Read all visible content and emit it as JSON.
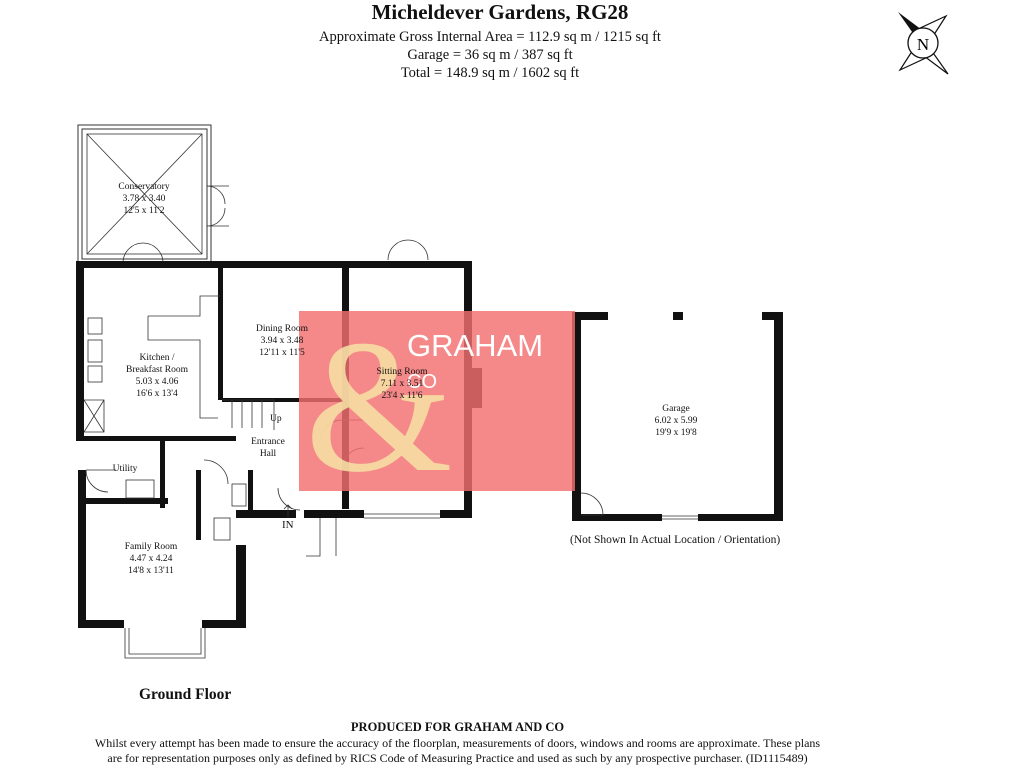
{
  "header": {
    "title": "Micheldever Gardens, RG28",
    "lines": [
      "Approximate Gross Internal Area = 112.9 sq m / 1215 sq ft",
      "Garage = 36 sq m / 387 sq ft",
      "Total = 148.9 sq m / 1602 sq ft"
    ]
  },
  "compass": {
    "label": "N"
  },
  "watermark": {
    "brand_top": "GRAHAM",
    "brand_bottom": "CO",
    "color": "#f36f6f",
    "ampersand_color": "#f6e3a6"
  },
  "rooms": [
    {
      "id": "conservatory",
      "name": [
        "Conservatory"
      ],
      "metric": "3.78 x 3.40",
      "imperial": "12'5 x 11'2"
    },
    {
      "id": "kitchen",
      "name": [
        "Kitchen /",
        "Breakfast Room"
      ],
      "metric": "5.03 x 4.06",
      "imperial": "16'6 x 13'4"
    },
    {
      "id": "dining",
      "name": [
        "Dining Room"
      ],
      "metric": "3.94 x 3.48",
      "imperial": "12'11 x 11'5"
    },
    {
      "id": "sitting",
      "name": [
        "Sitting Room"
      ],
      "metric": "7.11 x 3.51",
      "imperial": "23'4 x 11'6"
    },
    {
      "id": "garage",
      "name": [
        "Garage"
      ],
      "metric": "6.02 x 5.99",
      "imperial": "19'9 x 19'8"
    },
    {
      "id": "hall",
      "name": [
        "Entrance",
        "Hall"
      ],
      "metric": "",
      "imperial": ""
    },
    {
      "id": "utility",
      "name": [
        "Utility"
      ],
      "metric": "",
      "imperial": ""
    },
    {
      "id": "family",
      "name": [
        "Family Room"
      ],
      "metric": "4.47 x 4.24",
      "imperial": "14'8 x 13'11"
    }
  ],
  "labels": {
    "up": "Up",
    "in": "IN",
    "floor": "Ground Floor",
    "garage_note": "(Not Shown In Actual Location / Orientation)"
  },
  "footer": {
    "title": "PRODUCED FOR GRAHAM AND CO",
    "lines": [
      "Whilst every attempt has been made to ensure the accuracy of the floorplan, measurements of doors, windows and rooms are approximate. These plans",
      "are for representation purposes only as defined by RICS Code of Measuring Practice and used as such by any prospective purchaser. (ID1115489)"
    ]
  }
}
